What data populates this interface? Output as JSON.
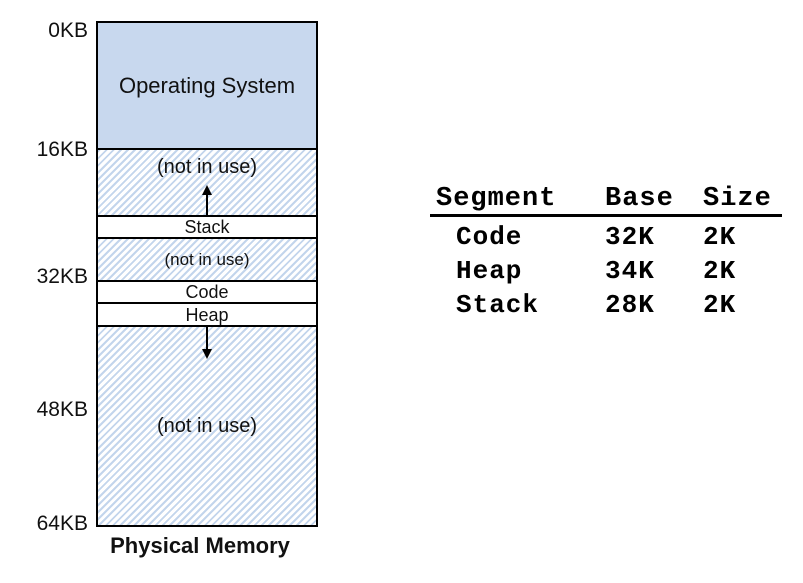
{
  "diagram": {
    "title": "Physical Memory",
    "axis_labels": [
      "0KB",
      "16KB",
      "32KB",
      "48KB",
      "64KB"
    ],
    "segments": [
      {
        "label": "Operating System",
        "style": "solid"
      },
      {
        "label": "(not in use)",
        "style": "hatched",
        "arrow": "up"
      },
      {
        "label": "Stack",
        "style": "plain"
      },
      {
        "label": "(not in use)",
        "style": "hatched"
      },
      {
        "label": "Code",
        "style": "plain"
      },
      {
        "label": "Heap",
        "style": "plain"
      },
      {
        "label": "(not in use)",
        "style": "hatched",
        "arrow": "down"
      }
    ]
  },
  "segment_table": {
    "headers": [
      "Segment",
      "Base",
      "Size"
    ],
    "rows": [
      [
        "Code",
        "32K",
        "2K"
      ],
      [
        "Heap",
        "34K",
        "2K"
      ],
      [
        "Stack",
        "28K",
        "2K"
      ]
    ]
  },
  "colors": {
    "os_fill": "#c8d8ee",
    "hatch_stripe": "#c3d5ec",
    "border": "#000000",
    "text": "#111111"
  }
}
